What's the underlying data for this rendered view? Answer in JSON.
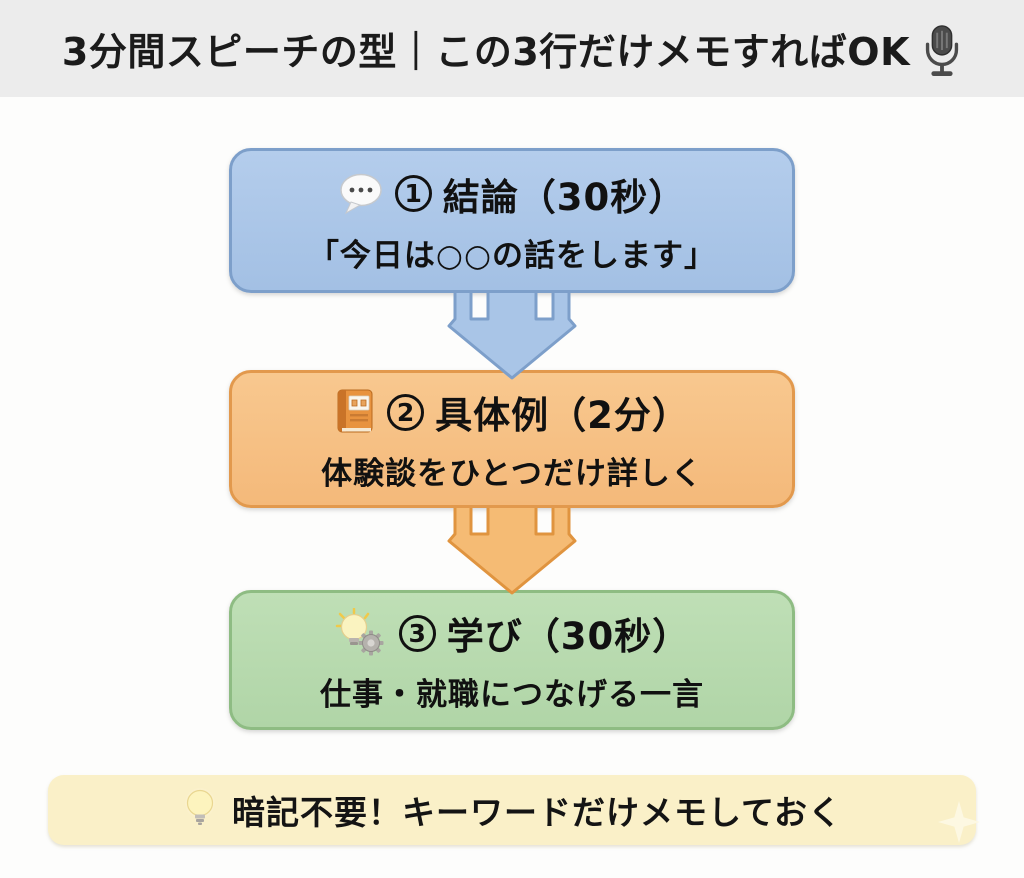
{
  "page": {
    "background": "#fdfdfc",
    "header_background": "#ececec"
  },
  "header": {
    "title": "3分間スピーチの型｜この3行だけメモすればOK",
    "icon": "microphone-icon",
    "text_color": "#1b1b1b"
  },
  "steps": [
    {
      "number": "1",
      "icon": "speech-balloon-icon",
      "heading": "結論（30秒）",
      "subtext": "「今日は○○の話をします」",
      "fill": "#a9c5e7",
      "border": "#7d9fca"
    },
    {
      "number": "2",
      "icon": "book-icon",
      "heading": "具体例（2分）",
      "subtext": "体験談をひとつだけ詳しく",
      "fill": "#f6c286",
      "border": "#e2994d"
    },
    {
      "number": "3",
      "icon": "bulb-gear-icon",
      "heading": "学び（30秒）",
      "subtext": "仕事・就職につなげる一言",
      "fill": "#b8daae",
      "border": "#8ebc83"
    }
  ],
  "arrows": [
    {
      "direction": "down",
      "fill": "#a9c5e7",
      "stroke": "#7d9fca"
    },
    {
      "direction": "down",
      "fill": "#f5bb74",
      "stroke": "#e0943f"
    }
  ],
  "footer": {
    "icon": "bulb-icon",
    "text": "暗記不要！キーワードだけメモしておく",
    "background": "#faf0c8"
  }
}
